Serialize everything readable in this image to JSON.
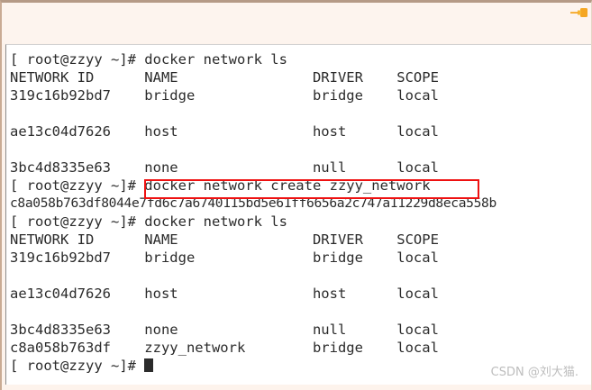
{
  "header": {
    "pin_icon": "pushpin-icon",
    "accent_color": "#f5a623",
    "background_color": "#fdf3ec"
  },
  "terminal": {
    "background_color": "#ffffff",
    "text_color": "#2b2b2b",
    "prompt": "[ root@zzyy ~]# ",
    "cursor": "block-cursor",
    "lines": [
      {
        "id": "l01",
        "text": "[ root@zzyy ~]# docker network ls"
      },
      {
        "id": "l02",
        "text": "NETWORK ID      NAME                DRIVER    SCOPE"
      },
      {
        "id": "l03",
        "text": "319c16b92bd7    bridge              bridge    local"
      },
      {
        "id": "l04",
        "text": ""
      },
      {
        "id": "l05",
        "text": "ae13c04d7626    host                host      local"
      },
      {
        "id": "l06",
        "text": ""
      },
      {
        "id": "l07",
        "text": "3bc4d8335e63    none                null      local"
      },
      {
        "id": "l08",
        "text": "[ root@zzyy ~]# docker network create zzyy_network"
      },
      {
        "id": "l09",
        "text": "c8a058b763df8044e7fd6c7a6740115bd5e61ff6656a2c747a11229d8eca558b",
        "style": "hash"
      },
      {
        "id": "l10",
        "text": "[ root@zzyy ~]# docker network ls"
      },
      {
        "id": "l11",
        "text": "NETWORK ID      NAME                DRIVER    SCOPE"
      },
      {
        "id": "l12",
        "text": "319c16b92bd7    bridge              bridge    local"
      },
      {
        "id": "l13",
        "text": ""
      },
      {
        "id": "l14",
        "text": "ae13c04d7626    host                host      local"
      },
      {
        "id": "l15",
        "text": ""
      },
      {
        "id": "l16",
        "text": "3bc4d8335e63    none                null      local"
      },
      {
        "id": "l17",
        "text": "c8a058b763df    zzyy_network        bridge    local"
      },
      {
        "id": "l18",
        "text": "[ root@zzyy ~]# "
      }
    ],
    "columns": [
      "NETWORK ID",
      "NAME",
      "DRIVER",
      "SCOPE"
    ],
    "networks_before": [
      {
        "id": "319c16b92bd7",
        "name": "bridge",
        "driver": "bridge",
        "scope": "local"
      },
      {
        "id": "ae13c04d7626",
        "name": "host",
        "driver": "host",
        "scope": "local"
      },
      {
        "id": "3bc4d8335e63",
        "name": "none",
        "driver": "null",
        "scope": "local"
      }
    ],
    "networks_after": [
      {
        "id": "319c16b92bd7",
        "name": "bridge",
        "driver": "bridge",
        "scope": "local"
      },
      {
        "id": "ae13c04d7626",
        "name": "host",
        "driver": "host",
        "scope": "local"
      },
      {
        "id": "3bc4d8335e63",
        "name": "none",
        "driver": "null",
        "scope": "local"
      },
      {
        "id": "c8a058b763df",
        "name": "zzyy_network",
        "driver": "bridge",
        "scope": "local"
      }
    ],
    "commands": [
      "docker network ls",
      "docker network create zzyy_network",
      "docker network ls"
    ],
    "created_network_id": "c8a058b763df8044e7fd6c7a6740115bd5e61ff6656a2c747a11229d8eca558b"
  },
  "annotation": {
    "highlight_color": "#ee1111",
    "highlighted_command": "docker network create zzyy_network"
  },
  "watermark": {
    "text": "CSDN @刘大猫.",
    "color": "#bdbdbd"
  }
}
